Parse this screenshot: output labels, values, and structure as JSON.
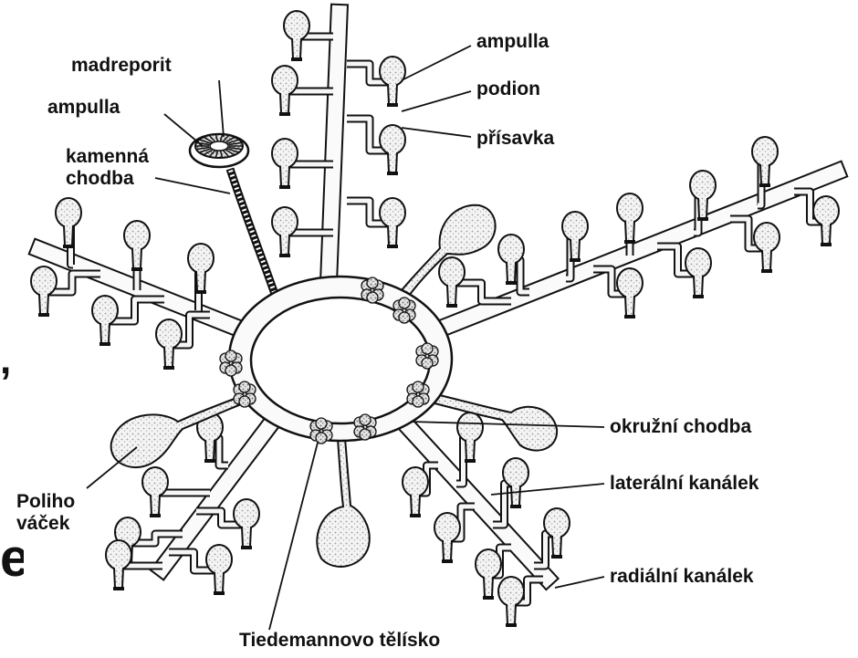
{
  "labels": {
    "madreporit": "madreporit",
    "ampulla_left": "ampulla",
    "kamenna_chodba": "kamenná chodba",
    "ampulla_right": "ampulla",
    "podion": "podion",
    "prisavka": "přísavka",
    "okruzni_chodba": "okružní chodba",
    "lateralni_kanalek": "laterální kanálek",
    "radialni_kanalek": "radiální kanálek",
    "poliho_vacek": "Poliho váček",
    "tiedemannovo_telisko": "Tiedemannovo tělísko"
  },
  "edge_fragments": {
    "comma": ",",
    "letter_e": "e"
  },
  "colors": {
    "ink": "#111111",
    "stipple": "#b8b8b8",
    "body": "#f2f2f2"
  }
}
